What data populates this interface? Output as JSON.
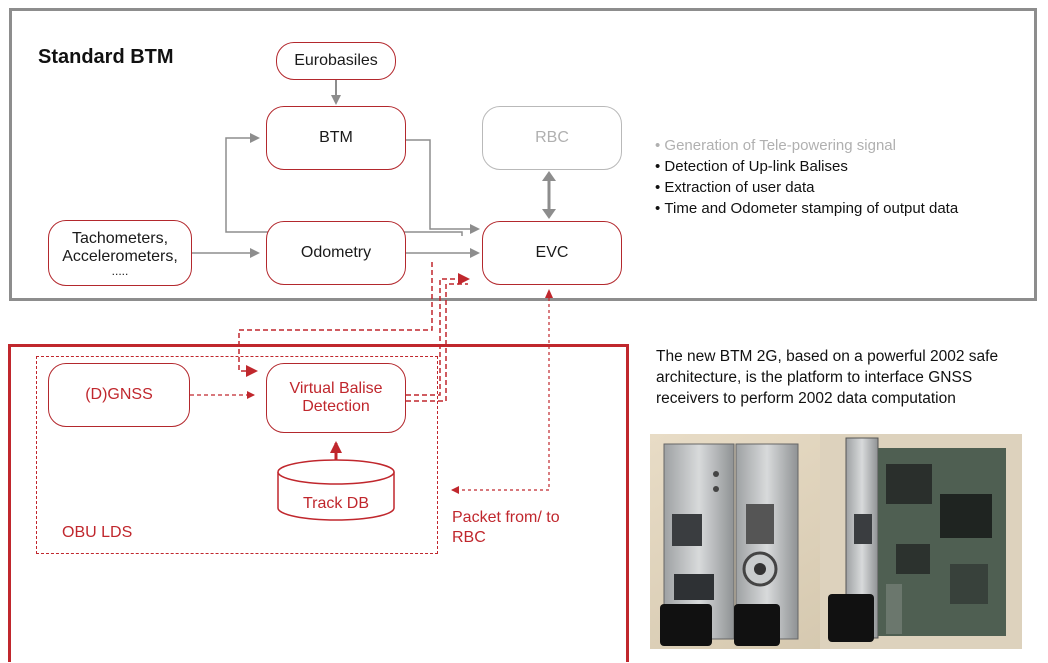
{
  "title": "Standard BTM",
  "nodes": {
    "eurobasiles": "Eurobasiles",
    "btm": "BTM",
    "rbc": "RBC",
    "tachometers_line1": "Tachometers,",
    "tachometers_line2": "Accelerometers,",
    "tachometers_line3": ".....",
    "odometry": "Odometry",
    "evc": "EVC",
    "dgnss": "(D)GNSS",
    "vbd_line1": "Virtual Balise",
    "vbd_line2": "Detection",
    "track_db": "Track DB"
  },
  "bullets": [
    "Generation of Tele-powering signal",
    "Detection of Up-link Balises",
    "Extraction of user data",
    "Time and Odometer stamping of output data"
  ],
  "obu_label": "OBU LDS",
  "packet_label_line1": "Packet from/ to",
  "packet_label_line2": "RBC",
  "description": "The new BTM 2G, based on a powerful 2002 safe architecture, is the platform to interface GNSS receivers to perform 2002 data computation",
  "colors": {
    "red": "#c0272d",
    "grey": "#8d8d8d",
    "light_grey": "#b0b0b0"
  }
}
